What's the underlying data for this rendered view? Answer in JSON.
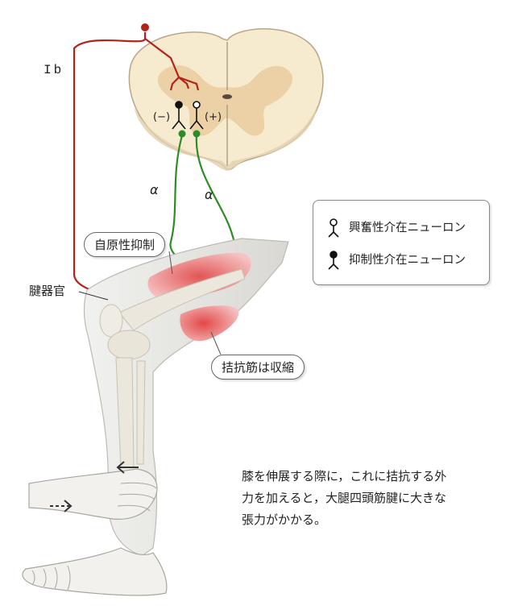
{
  "labels": {
    "ib": "Ib",
    "alpha_left": "α",
    "alpha_right": "α",
    "minus": "(−)",
    "plus": "(+)",
    "autogenic_inhibition": "自原性抑制",
    "tendon_organ": "腱器官",
    "antagonist_contraction": "拮抗筋は収縮"
  },
  "legend": {
    "excitatory": "興奮性介在ニューロン",
    "inhibitory": "抑制性介在ニューロン"
  },
  "caption": {
    "line1": "膝を伸展する際に，これに拮抗する外",
    "line2": "力を加えると，大腿四頭筋腱に大きな",
    "line3": "張力がかかる。"
  },
  "colors": {
    "ib_fiber": "#b0241c",
    "alpha_fiber": "#2e8b28",
    "spinal_cord_white": "#f7ebcf",
    "spinal_cord_gray": "#edd1a6",
    "muscle": "#e88a8a",
    "bone": "#e6e2d8"
  },
  "icons": {
    "excitatory_neuron": "open-circle-neuron-icon",
    "inhibitory_neuron": "filled-circle-neuron-icon",
    "force_arrow": "arrow-left-icon"
  }
}
